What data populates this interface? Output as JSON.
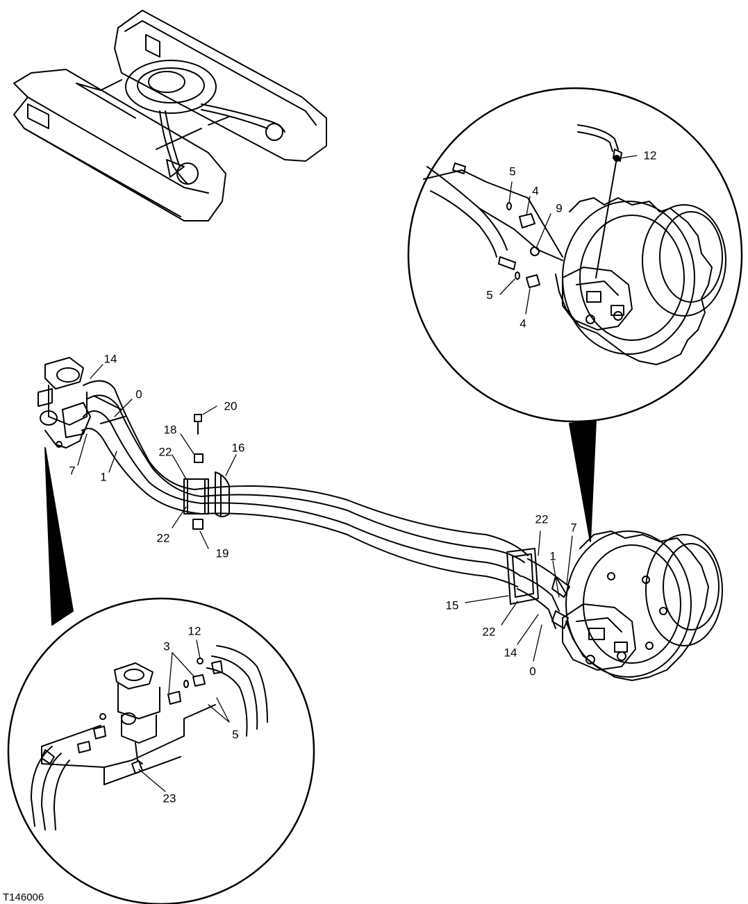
{
  "figure_id": "T146006",
  "callouts": {
    "main_14a": "14",
    "main_0a": "0",
    "main_7a": "7",
    "main_1a": "1",
    "main_20": "20",
    "main_18": "18",
    "main_16": "16",
    "main_22a": "22",
    "main_22b": "22",
    "main_19": "19",
    "main_22c": "22",
    "main_7b": "7",
    "main_1b": "1",
    "main_15": "15",
    "main_22d": "22",
    "main_14b": "14",
    "main_0b": "0",
    "detail_right_5a": "5",
    "detail_right_4a": "4",
    "detail_right_9": "9",
    "detail_right_12": "12",
    "detail_right_5b": "5",
    "detail_right_4b": "4",
    "detail_left_12": "12",
    "detail_left_3": "3",
    "detail_left_5": "5",
    "detail_left_23": "23"
  }
}
